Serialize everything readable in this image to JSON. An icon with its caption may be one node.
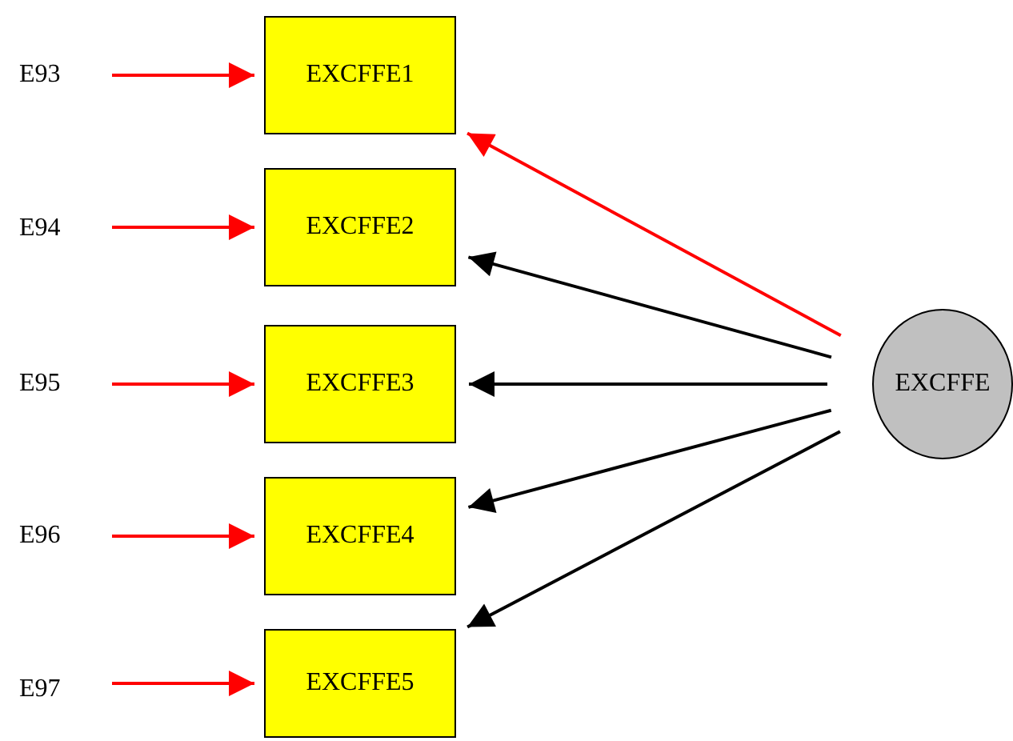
{
  "diagram": {
    "nodes": [
      {
        "text": [
          "E93"
        ]
      },
      {
        "text": [
          "E94"
        ]
      },
      {
        "text": [
          "E95"
        ]
      },
      {
        "text": [
          "E96"
        ]
      },
      {
        "text": [
          "E97"
        ]
      },
      {
        "text": [
          "EXCFFE1"
        ]
      },
      {
        "text": [
          "EXCFFE2"
        ]
      },
      {
        "text": [
          "EXCFFE3"
        ]
      },
      {
        "text": [
          "EXCFFE4"
        ]
      },
      {
        "text": [
          "EXCFFE5"
        ]
      },
      {
        "text": [
          "EXCFFE"
        ]
      }
    ],
    "edges": [
      {
        "from": 0,
        "to": 5,
        "arrow": "to"
      },
      {
        "from": 1,
        "to": 6,
        "arrow": "to"
      },
      {
        "from": 2,
        "to": 7,
        "arrow": "to"
      },
      {
        "from": 3,
        "to": 8,
        "arrow": "to"
      },
      {
        "from": 4,
        "to": 9,
        "arrow": "to"
      },
      {
        "from": 10,
        "to": 5,
        "arrow": "to"
      },
      {
        "from": 10,
        "to": 6,
        "arrow": "to",
        "color": "#000000"
      },
      {
        "from": 10,
        "to": 7,
        "arrow": "to",
        "color": "#000000"
      },
      {
        "from": 10,
        "to": 8,
        "arrow": "to",
        "color": "#000000"
      },
      {
        "from": 10,
        "to": 9,
        "arrow": "to",
        "color": "#000000"
      }
    ]
  }
}
